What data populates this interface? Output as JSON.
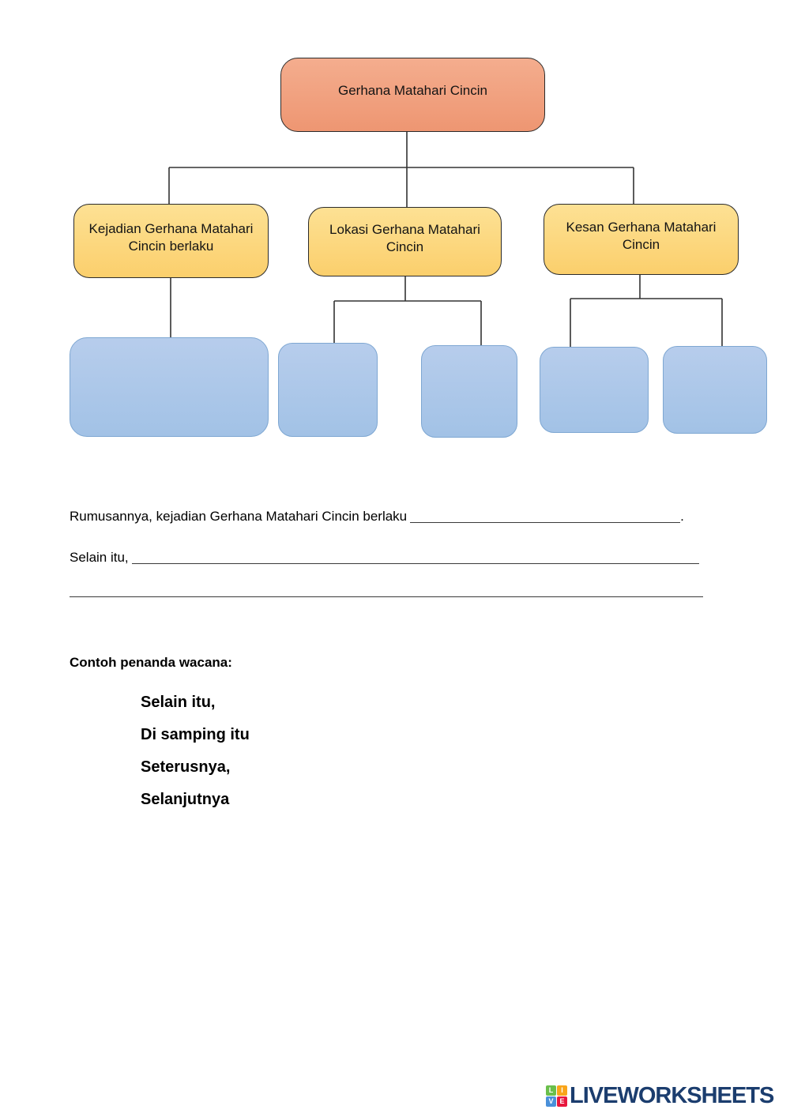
{
  "diagram": {
    "root_label": "Gerhana Matahari Cincin",
    "branches": [
      {
        "label": "Kejadian Gerhana Matahari Cincin berlaku"
      },
      {
        "label": "Lokasi Gerhana Matahari Cincin"
      },
      {
        "label": "Kesan Gerhana Matahari Cincin"
      }
    ],
    "answer_box_count": 5,
    "colors": {
      "root_top": "#f4ad8e",
      "root_bottom": "#ee9672",
      "branch_top": "#fde194",
      "branch_bottom": "#fbcf6c",
      "answer_top": "#b7cdec",
      "answer_bottom": "#a2c2e6",
      "answer_border": "#7ea7d2",
      "node_border": "#2b2b2b",
      "connector": "#333333"
    }
  },
  "summary": {
    "line1_prefix": "Rumusannya, kejadian Gerhana Matahari Cincin berlaku",
    "line1_suffix": ".",
    "line2_prefix": "Selain itu,"
  },
  "discourse_markers": {
    "heading": "Contoh penanda wacana:",
    "items": [
      "Selain itu,",
      "Di samping itu",
      "Seterusnya,",
      "Selanjutnya"
    ]
  },
  "footer": {
    "brand": "LIVEWORKSHEETS",
    "brand_color": "#1b3d6e",
    "tiles": [
      {
        "letter": "L",
        "color": "#6abf4b"
      },
      {
        "letter": "I",
        "color": "#f9a51a"
      },
      {
        "letter": "V",
        "color": "#4a90d9"
      },
      {
        "letter": "E",
        "color": "#e8173d"
      }
    ]
  }
}
